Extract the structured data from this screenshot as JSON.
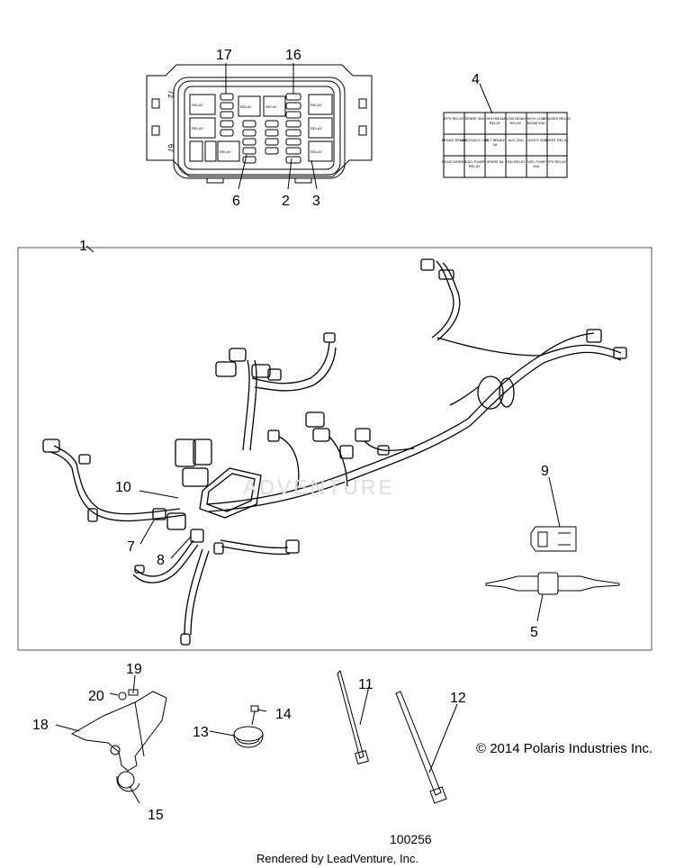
{
  "callouts": {
    "c1": "1",
    "c2": "2",
    "c3": "3",
    "c4": "4",
    "c5": "5",
    "c6": "6",
    "c7": "7",
    "c8": "8",
    "c9": "9",
    "c10": "10",
    "c11": "11",
    "c12": "12",
    "c13": "13",
    "c14": "14",
    "c15": "15",
    "c16": "16",
    "c17": "17",
    "c18": "18",
    "c19": "19",
    "c20": "20"
  },
  "fuse_box": {
    "side_label_top": "72",
    "side_label_bottom": "67",
    "relay_label": "RELAY"
  },
  "decal_rows": [
    [
      "EPS RELAY",
      "SPARE 30A",
      "HIGH BEAM RELAY",
      "LOW BEAM RELAY",
      "HIGH LOW BEAM 15A",
      "CHASSIS RELAY"
    ],
    [
      "BRAKE RELAY",
      "WINCH/ACC 15A",
      "TILT BRAKE 5A",
      "ACC 20A",
      "LIGHTS 20A",
      "START RELAY"
    ],
    [
      "REAR WORKS",
      "FUEL PUMP RELAY",
      "SPARE 5A",
      "FAN RELAY",
      "FUEL PUMP 10A",
      "EPS RELAY"
    ]
  ],
  "watermark": "ADVENTURE",
  "copyright": "© 2014 Polaris Industries Inc.",
  "ref_number": "100256",
  "render_credit": "Rendered by LeadVenture, Inc.",
  "colors": {
    "line": "#000000",
    "frame": "#555555",
    "watermark": "#dcdcdc"
  }
}
